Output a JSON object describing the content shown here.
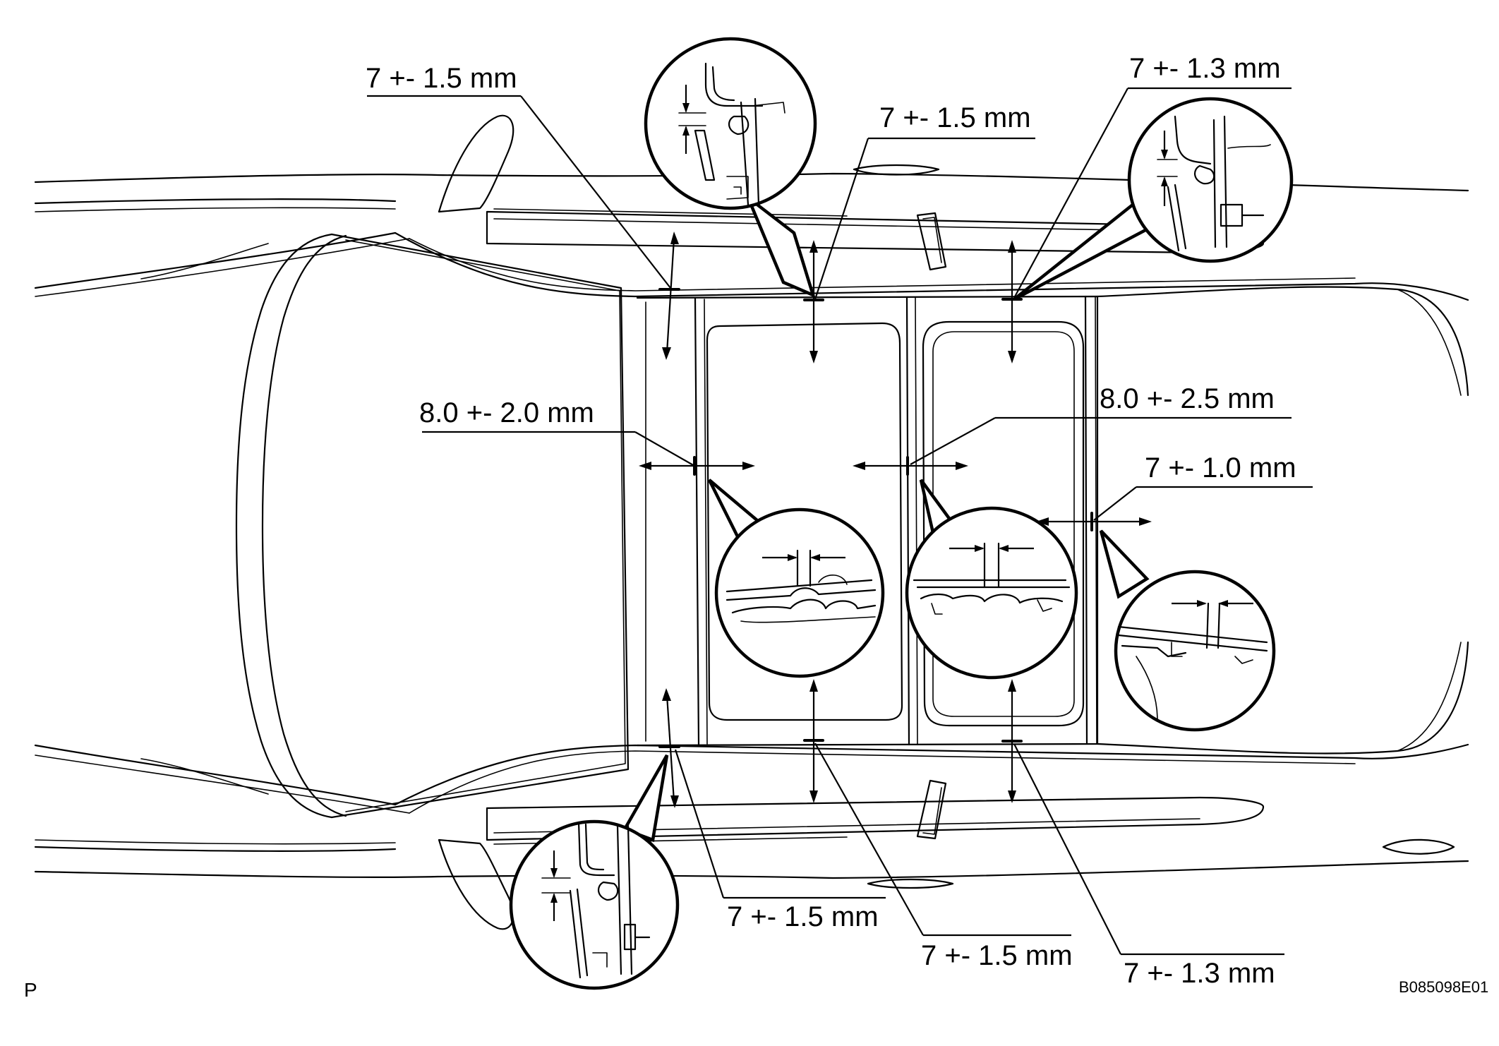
{
  "labels": {
    "front_left_top": "7 +- 1.5 mm",
    "center_top": "7 +- 1.5 mm",
    "rear_right_top": "7 +- 1.3 mm",
    "front_glass_gap": "8.0 +- 2.0 mm",
    "mid_glass_gap": "8.0 +- 2.5 mm",
    "rear_glass_gap": "7 +- 1.0 mm",
    "front_left_bottom": "7 +- 1.5 mm",
    "center_bottom": "7 +- 1.5 mm",
    "rear_right_bottom": "7 +- 1.3 mm"
  },
  "corner_mark": "P",
  "figure_code": "B085098E01"
}
